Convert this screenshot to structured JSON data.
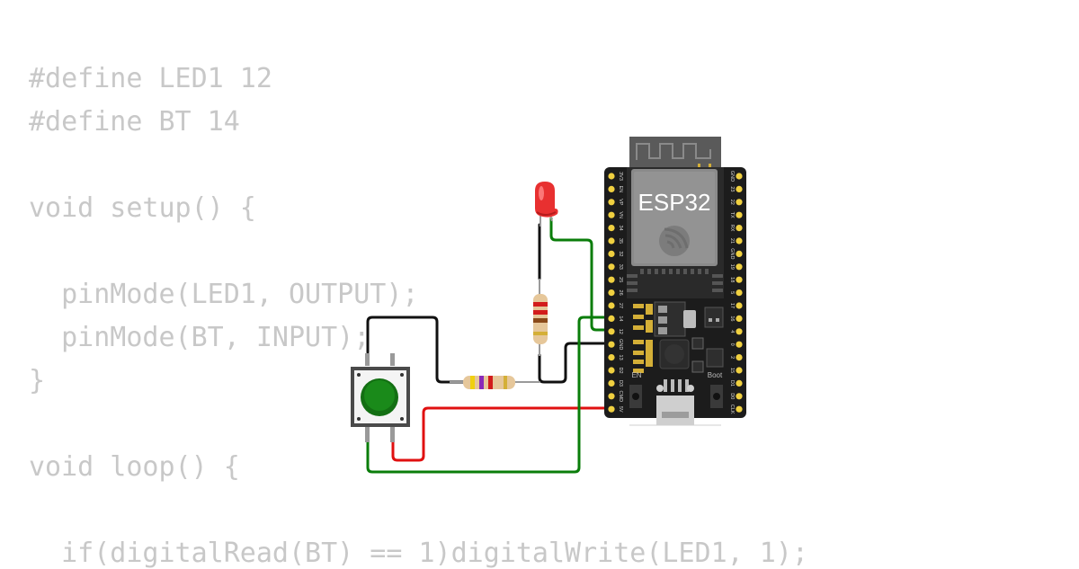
{
  "code": {
    "lines": [
      "#define LED1 12",
      "#define BT 14",
      "",
      "void setup() {",
      "",
      "  pinMode(LED1, OUTPUT);",
      "  pinMode(BT, INPUT);",
      "}",
      "",
      "void loop() {",
      "",
      "  if(digitalRead(BT) == 1)digitalWrite(LED1, 1);"
    ]
  },
  "board": {
    "name": "ESP32",
    "left_pins": [
      "3V3",
      "EN",
      "VP",
      "VN",
      "34",
      "35",
      "32",
      "33",
      "25",
      "26",
      "27",
      "14",
      "12",
      "GND",
      "13",
      "D2",
      "D3",
      "CMD",
      "5V"
    ],
    "right_pins": [
      "GND",
      "23",
      "22",
      "TX",
      "RX",
      "21",
      "GND",
      "19",
      "18",
      "5",
      "17",
      "16",
      "4",
      "0",
      "2",
      "15",
      "D1",
      "D0",
      "CLK"
    ],
    "en_label": "EN",
    "boot_label": "Boot"
  },
  "colors": {
    "wire_green": "#0a7d0a",
    "wire_black": "#111111",
    "wire_red": "#e01010",
    "board_body": "#1c1c1c",
    "pin_yellow": "#f0d040",
    "button_cap": "#1a8a1a",
    "led_red": "#e83030"
  }
}
